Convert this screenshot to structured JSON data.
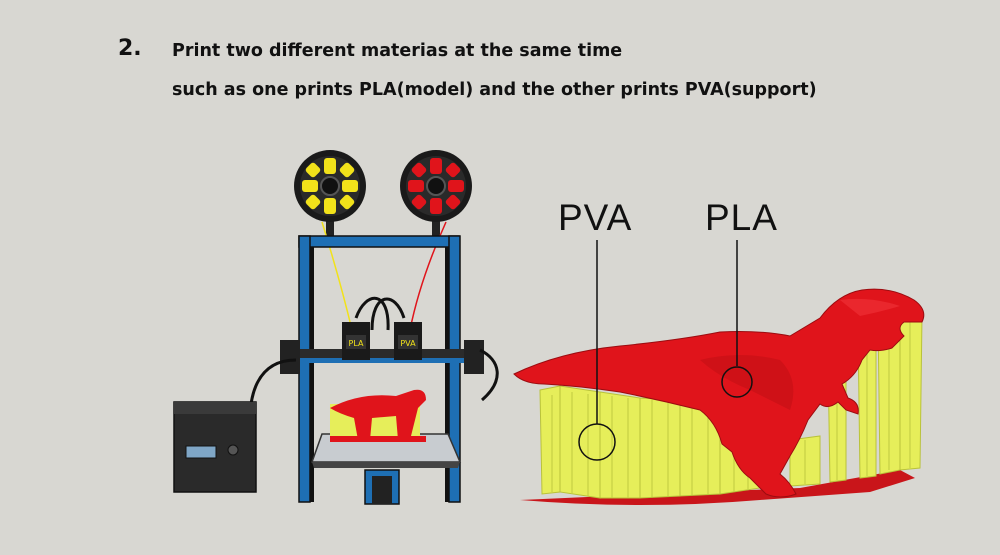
{
  "step": {
    "number": "2.",
    "line1": "Print two different materias at the same time",
    "line2": "such as one prints PLA(model) and the other prints PVA(support)"
  },
  "labels": {
    "pva": "PVA",
    "pla": "PLA"
  },
  "printer_panel": {
    "left_label": "PLA",
    "right_label": "PVA"
  },
  "colors": {
    "background": "#d8d7d2",
    "pla_red": "#e0141b",
    "pva_yellow": "#e6ee5a",
    "frame_blue": "#1e6fb4"
  }
}
